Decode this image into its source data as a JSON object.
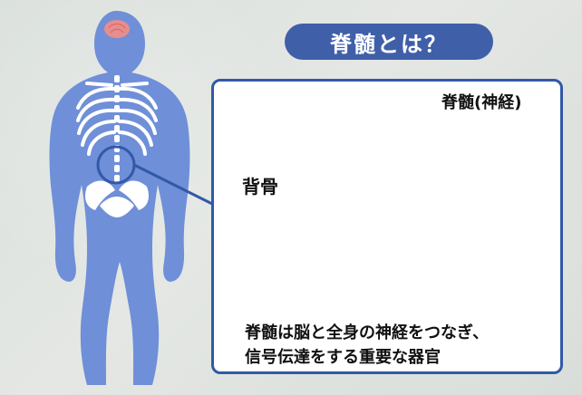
{
  "title": "脊髄とは？",
  "labels": {
    "spinal_cord": "脊髄(神経)",
    "backbone": "背骨"
  },
  "description": {
    "line1": "脊髄は脳と全身の神経をつなぎ、",
    "line2": "信号伝達をする重要な器官"
  },
  "colors": {
    "body": "#6f8fd8",
    "accent": "#3f5fa8",
    "panel_border": "#3159a8",
    "spinal_cord": "#e7a59e",
    "brain": "#e78d8d",
    "bone": "#ffffff"
  }
}
